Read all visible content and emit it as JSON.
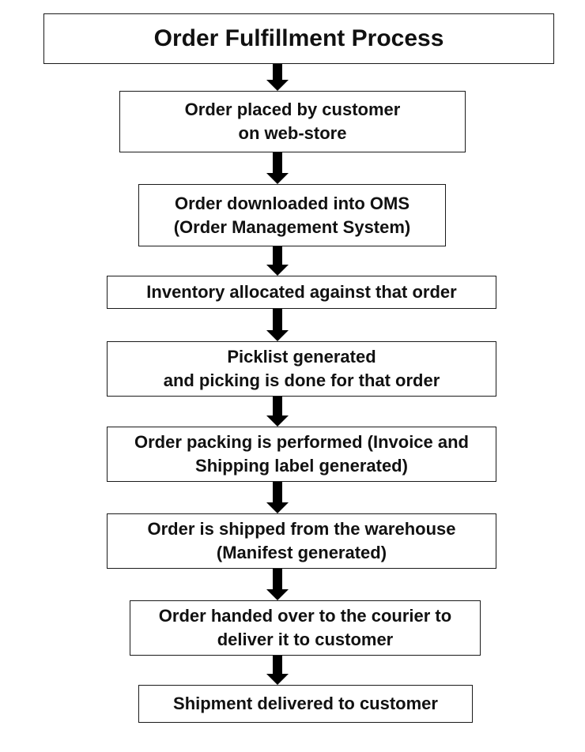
{
  "diagram": {
    "title": "Order Fulfillment Process",
    "steps": [
      {
        "id": "order-placed",
        "text": "Order placed by customer\non web-store"
      },
      {
        "id": "order-downloaded",
        "text": "Order downloaded into OMS\n(Order Management System)"
      },
      {
        "id": "inventory-allocated",
        "text": "Inventory allocated against that order"
      },
      {
        "id": "picklist-generated",
        "text": "Picklist generated\nand picking is done for that order"
      },
      {
        "id": "order-packing",
        "text": "Order packing is performed (Invoice and\nShipping label generated)"
      },
      {
        "id": "order-shipped",
        "text": "Order is shipped from the warehouse\n(Manifest generated)"
      },
      {
        "id": "order-handed-over",
        "text": "Order handed over to the courier to\ndeliver it to customer"
      },
      {
        "id": "shipment-delivered",
        "text": "Shipment delivered to customer"
      }
    ]
  }
}
